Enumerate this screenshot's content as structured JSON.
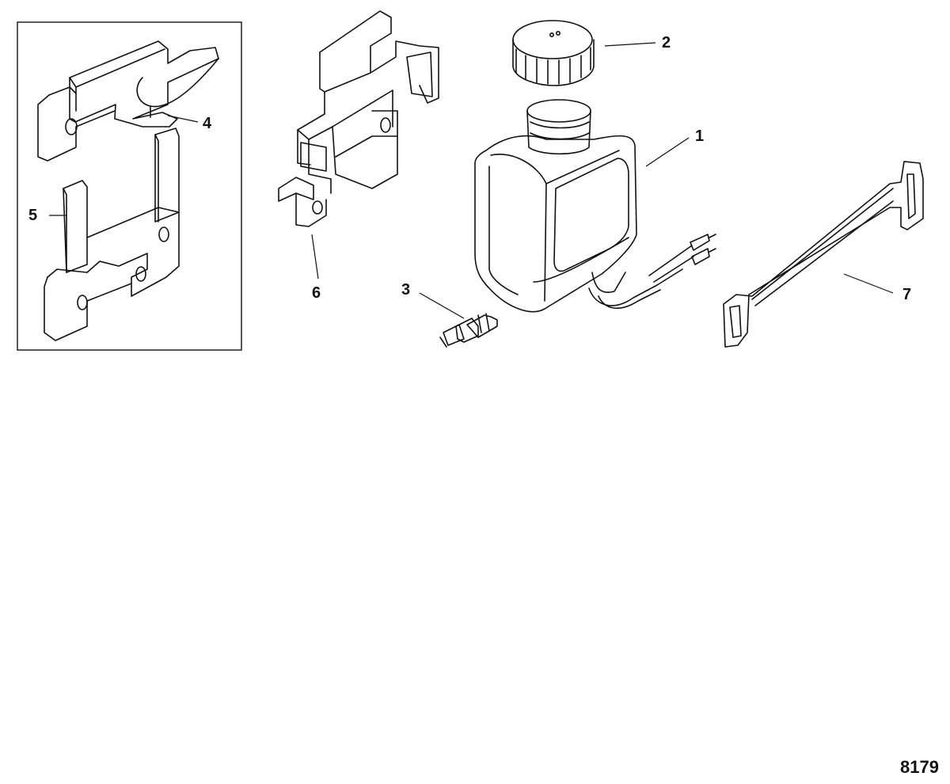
{
  "callouts": [
    {
      "id": "1",
      "label": "1"
    },
    {
      "id": "2",
      "label": "2"
    },
    {
      "id": "3",
      "label": "3"
    },
    {
      "id": "4",
      "label": "4"
    },
    {
      "id": "5",
      "label": "5"
    },
    {
      "id": "6",
      "label": "6"
    },
    {
      "id": "7",
      "label": "7"
    }
  ],
  "figure_number": "8179",
  "colors": {
    "line": "#111111",
    "background": "#ffffff"
  },
  "parts": [
    "reservoir-tank",
    "filler-cap",
    "hose-fitting",
    "upper-clip",
    "lower-clip",
    "mounting-bracket",
    "retaining-strap"
  ]
}
